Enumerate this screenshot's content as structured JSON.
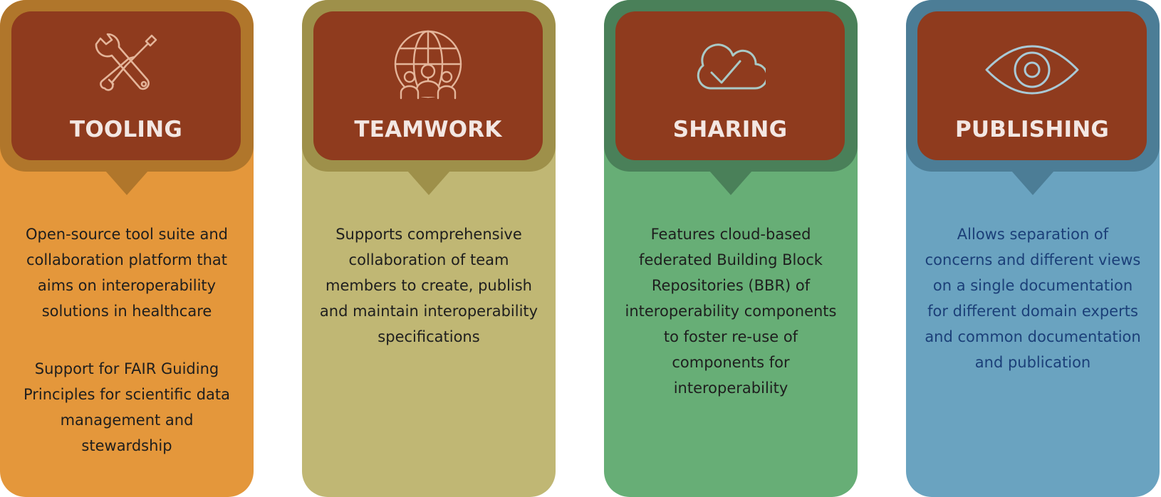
{
  "cards": [
    {
      "title": "TOOLING",
      "icon": "wrench-screwdriver-icon",
      "paragraphs": [
        "Open-source tool suite and collaboration platform that aims on interoperability solutions in healthcare",
        "Support for FAIR Guiding Principles for scientific data management and stewardship"
      ],
      "colors": {
        "body": "#e4973b",
        "frame": "#b0762b"
      }
    },
    {
      "title": "TEAMWORK",
      "icon": "globe-people-icon",
      "paragraphs": [
        "Supports comprehensive collaboration of team members to create, publish and maintain interoperability specifications"
      ],
      "colors": {
        "body": "#c0b774",
        "frame": "#9e904a"
      }
    },
    {
      "title": "SHARING",
      "icon": "cloud-check-icon",
      "paragraphs": [
        "Features cloud-based federated Building Block Repositories (BBR) of interoperability components to foster re-use of components for interoperability"
      ],
      "colors": {
        "body": "#67ae76",
        "frame": "#4a8059"
      }
    },
    {
      "title": "PUBLISHING",
      "icon": "eye-icon",
      "paragraphs": [
        "Allows separation of concerns and different views on a single documentation for different domain experts and common documentation and publication"
      ],
      "colors": {
        "body": "#6aa3c0",
        "frame": "#4c7d96"
      }
    }
  ]
}
